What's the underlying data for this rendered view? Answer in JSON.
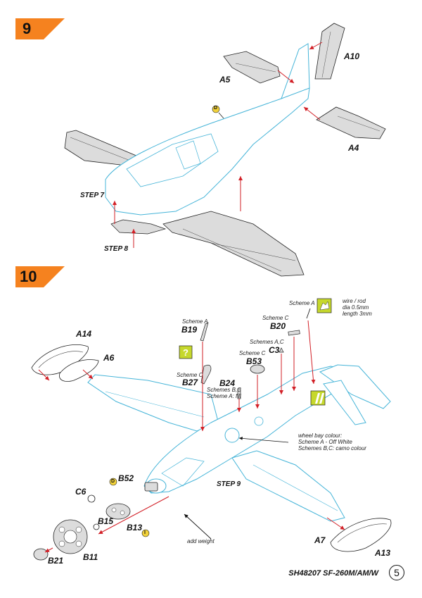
{
  "steps": [
    {
      "number": "9",
      "labels": {
        "a10": "A10",
        "a5": "A5",
        "a4": "A4",
        "step7": "STEP 7",
        "step8": "STEP 8",
        "glue_d": "D"
      }
    },
    {
      "number": "10",
      "labels": {
        "a14": "A14",
        "a6": "A6",
        "b19": "B19",
        "b27": "B27",
        "b24": "B24",
        "b53": "B53",
        "c3": "C3",
        "b20": "B20",
        "b52": "B52",
        "c6": "C6",
        "b15": "B15",
        "b13": "B13",
        "b11": "B11",
        "b21": "B21",
        "a7": "A7",
        "a13": "A13",
        "step9": "STEP 9",
        "glue_d": "D",
        "glue_i": "I"
      },
      "notes": {
        "scheme_a_1": "Scheme A",
        "scheme_c_1": "Scheme C",
        "schemes_bc": "Schemes B,C",
        "scheme_a_fill": "Scheme A: fill",
        "scheme_c_2": "Scheme C",
        "schemes_ac": "Schemes A,C",
        "scheme_c_3": "Scheme C",
        "scheme_a_2": "Scheme A",
        "wire_1": "wire / rod",
        "wire_2": "dia 0.5mm",
        "wire_3": "length 3mm",
        "wheel_bay_1": "wheel bay colour:",
        "wheel_bay_2": "Scheme A - Off White",
        "wheel_bay_3": "Schemes B,C: camo colour",
        "add_weight": "add weight"
      }
    }
  ],
  "footer": {
    "code": "SH48207 SF-260M/AM/W",
    "page": "5"
  },
  "colors": {
    "accent_orange": "#f5821f",
    "outline_blue": "#45b4d8",
    "arrow_red": "#d21f26",
    "gray_part": "#dcdcdc",
    "help_green": "#c6d82c"
  }
}
